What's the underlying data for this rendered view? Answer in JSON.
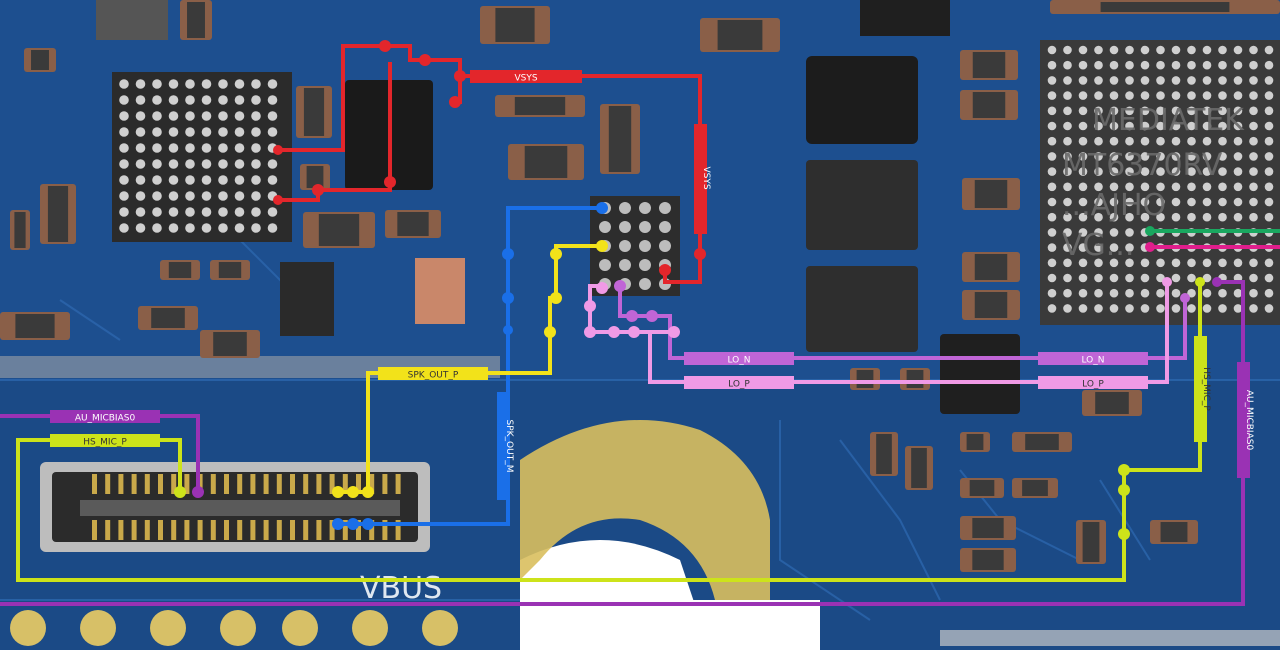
{
  "board": {
    "silkscreen_vbus": "VBUS",
    "chip_marking": [
      "MEDIATEK",
      "MT6370RV",
      "...AJHO",
      "VG..."
    ]
  },
  "nets": [
    {
      "id": "vsys",
      "name": "VSYS",
      "color": "#e3262b"
    },
    {
      "id": "spk_out_p",
      "name": "SPK_OUT_P",
      "color": "#f2e21a"
    },
    {
      "id": "spk_out_m",
      "name": "SPK_OUT_M",
      "color": "#1a6fe8"
    },
    {
      "id": "lo_n",
      "name": "LO_N",
      "color": "#c065d6"
    },
    {
      "id": "lo_p",
      "name": "LO_P",
      "color": "#f09ae6"
    },
    {
      "id": "au_micbias0",
      "name": "AU_MICBIAS0",
      "color": "#9a32b4"
    },
    {
      "id": "hs_mic_p",
      "name": "HS_MIC_P",
      "color": "#cde31a"
    }
  ],
  "colors": {
    "pcb": "#1d4f8f",
    "pcb_dark": "#16406f",
    "trace": "#2a62a6",
    "pad_gold": "#e0c25a",
    "via_grey": "#cfcfcf",
    "green_net": "#1aa860",
    "magenta_net": "#e01e8c"
  }
}
